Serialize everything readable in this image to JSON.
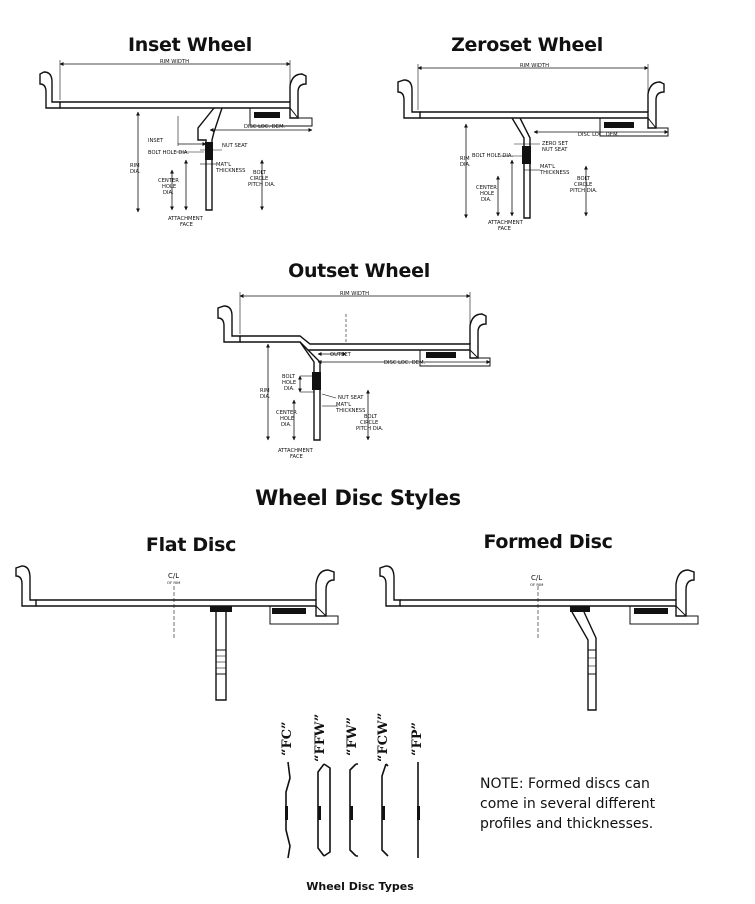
{
  "titles": {
    "inset": "Inset Wheel",
    "zeroset": "Zeroset Wheel",
    "outset": "Outset Wheel",
    "disc_styles": "Wheel Disc Styles",
    "flat": "Flat Disc",
    "formed": "Formed Disc",
    "disc_types": "Wheel Disc Types"
  },
  "inset_labels": {
    "rim_width": "RIM WIDTH",
    "disc_loc": "DISC LOC. DEM.",
    "inset": "INSET",
    "nut_seat": "NUT SEAT",
    "bolt_hole": "BOLT HOLE DIA.",
    "rim_dia_1": "RIM",
    "rim_dia_2": "DIA.",
    "matl_1": "MAT'L",
    "matl_2": "THICKNESS",
    "center_1": "CENTER",
    "center_2": "HOLE",
    "center_3": "DIA.",
    "bolt_circle_1": "BOLT",
    "bolt_circle_2": "CIRCLE",
    "bolt_circle_3": "PITCH DIA.",
    "attach_1": "ATTACHMENT",
    "attach_2": "FACE"
  },
  "zeroset_labels": {
    "rim_width": "RIM WIDTH",
    "disc_loc": "DISC LOC. DEM.",
    "zero_set": "ZERO SET",
    "nut_seat": "NUT SEAT",
    "bolt_hole": "BOLT HOLE DIA.",
    "rim_dia_1": "RIM",
    "rim_dia_2": "DIA.",
    "matl_1": "MAT'L",
    "matl_2": "THICKNESS",
    "center_1": "CENTER",
    "center_2": "HOLE",
    "center_3": "DIA.",
    "bolt_circle_1": "BOLT",
    "bolt_circle_2": "CIRCLE",
    "bolt_circle_3": "PITCH DIA.",
    "attach_1": "ATTACHMENT",
    "attach_2": "FACE"
  },
  "outset_labels": {
    "rim_width": "RIM WIDTH",
    "disc_loc": "DISC LOC. DEM.",
    "outset": "OUTSET",
    "nut_seat": "NUT SEAT",
    "bolt_hole_1": "BOLT",
    "bolt_hole_2": "HOLE",
    "bolt_hole_3": "DIA.",
    "rim_dia_1": "RIM",
    "rim_dia_2": "DIA.",
    "matl_1": "MAT'L",
    "matl_2": "THICKNESS",
    "center_1": "CENTER",
    "center_2": "HOLE",
    "center_3": "DIA.",
    "bolt_circle_1": "BOLT",
    "bolt_circle_2": "CIRCLE",
    "bolt_circle_3": "PITCH DIA.",
    "attach_1": "ATTACHMENT",
    "attach_2": "FACE"
  },
  "flat_labels": {
    "cl": "C/L",
    "of_rim": "OF RIM"
  },
  "formed_labels": {
    "cl": "C/L",
    "of_rim": "OF RIM"
  },
  "disc_types": [
    "“FC”",
    "“FFW”",
    "“FW”",
    "“FCW”",
    "“FP”"
  ],
  "note": {
    "line1": "NOTE: Formed discs can",
    "line2": "come in several different",
    "line3": "profiles and thicknesses."
  }
}
